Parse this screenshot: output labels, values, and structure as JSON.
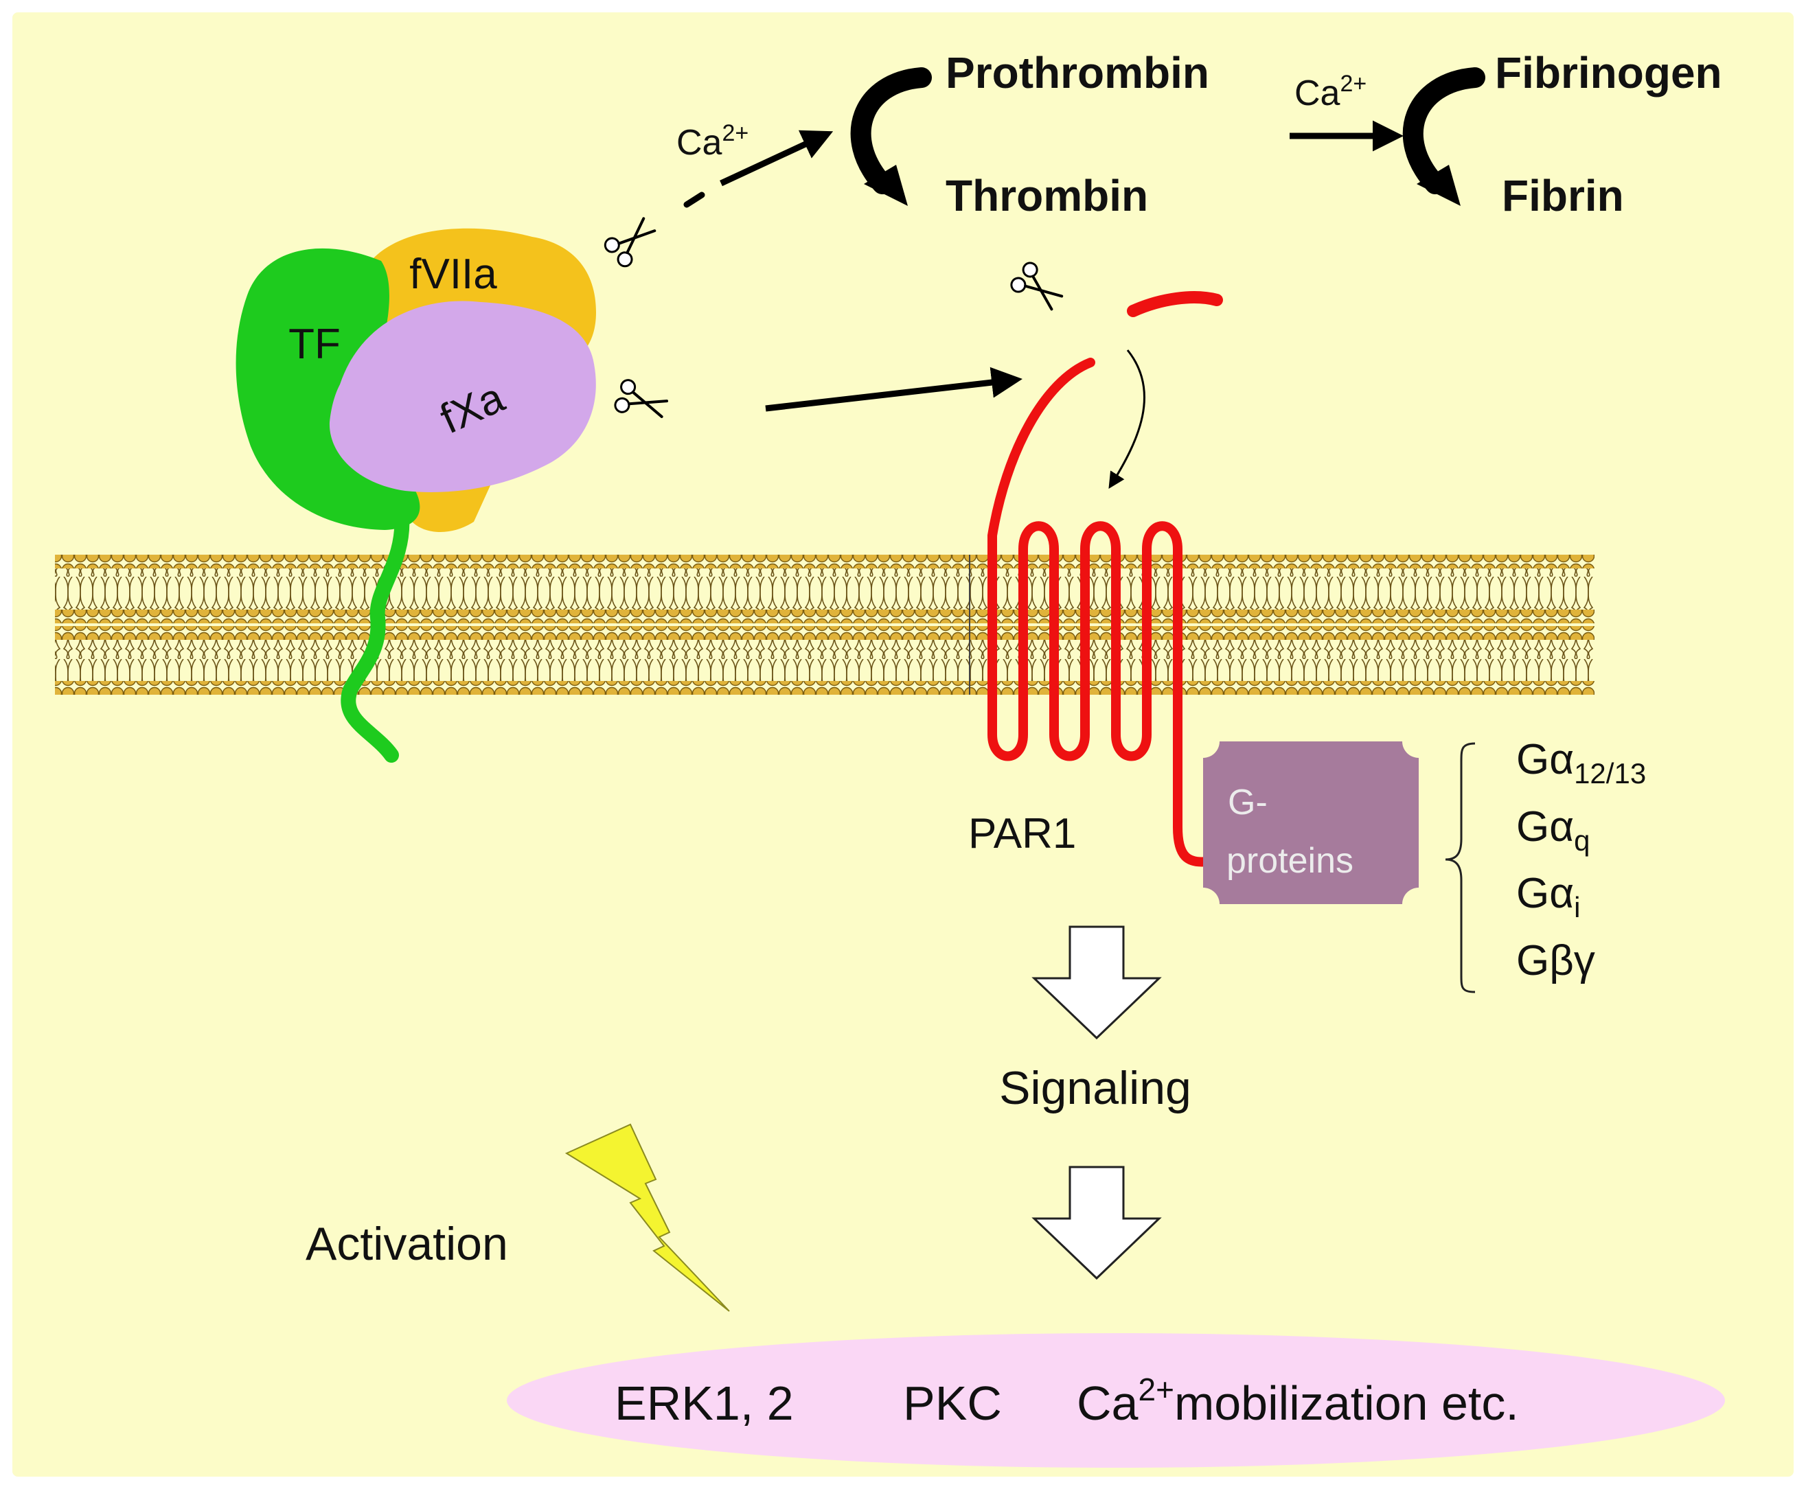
{
  "colors": {
    "background": "#fcfcc8",
    "tf": "#1ecb1e",
    "fviia": "#f4c21c",
    "fxa": "#d3a8ea",
    "par1": "#ee1111",
    "gproteins": "#a67b9c",
    "membrane_head": "#e0b33a",
    "lightning": "#f4f430",
    "effector_ellipse": "#fad7f5"
  },
  "labels": {
    "tf": "TF",
    "fviia": "fVIIa",
    "fxa": "fXa",
    "prothrombin": "Prothrombin",
    "thrombin": "Thrombin",
    "fibrinogen": "Fibrinogen",
    "fibrin": "Fibrin",
    "ca_base": "Ca",
    "ca_sup": "2+",
    "par1": "PAR1",
    "gproteins_line1": "G-",
    "gproteins_line2": "proteins",
    "signaling": "Signaling",
    "activation": "Activation",
    "effectors_erk": "ERK1, 2",
    "effectors_pkc": "PKC",
    "effectors_ca_base": "Ca",
    "effectors_ca_sup": "2+",
    "effectors_rest": "mobilization etc."
  },
  "g_subunits": [
    {
      "base": "G",
      "greek": "α",
      "sub": "12/13"
    },
    {
      "base": "G",
      "greek": "α",
      "sub": "q"
    },
    {
      "base": "G",
      "greek": "α",
      "sub": "i"
    },
    {
      "base": "G",
      "greek": "βγ",
      "sub": ""
    }
  ],
  "icons": {
    "scissors": "scissors-icon",
    "lightning": "lightning-bolt-icon"
  }
}
